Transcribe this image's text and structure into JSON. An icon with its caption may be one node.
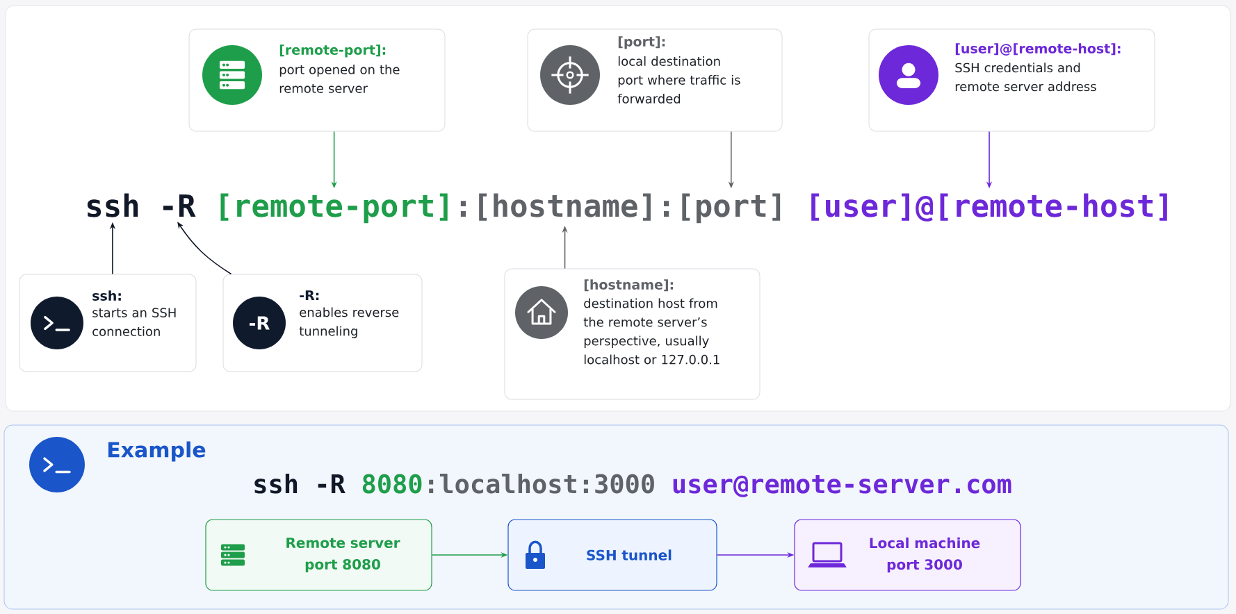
{
  "diagram": {
    "nodes": [
      {
        "text": [],
        "shape": "box"
      },
      {
        "text": [
          "[remote-port]:",
          "port opened on the remote server"
        ],
        "in": 0
      },
      {
        "text": [
          "[port]:",
          "local destination port where traffic is forwarded"
        ],
        "in": 0
      },
      {
        "text": [
          "[user]@[remote-host]:",
          "SSH credentials and remote server address"
        ],
        "in": 0
      },
      {
        "text": [
          "ssh"
        ],
        "in": 0
      },
      {
        "text": [
          "-R"
        ],
        "in": 0
      },
      {
        "text": [
          "[remote-port]"
        ],
        "in": 0
      },
      {
        "text": [
          "[hostname]"
        ],
        "in": 0
      },
      {
        "text": [
          "[port]"
        ],
        "in": 0
      },
      {
        "text": [
          "[user]@[remote-host]"
        ],
        "in": 0
      },
      {
        "text": [
          "ssh:",
          "starts an SSH connection"
        ],
        "in": 0
      },
      {
        "text": [
          "-R",
          "-R:",
          "enables reverse tunneling"
        ],
        "in": 0
      },
      {
        "text": [
          "[hostname]:",
          "destination host from the remote server’s perspective, usually localhost or 127.0.0.1"
        ],
        "in": 0
      },
      {
        "text": [
          "Example"
        ]
      },
      {
        "text": [
          "Remote server port 8080"
        ],
        "in": 13
      },
      {
        "text": [
          "SSH tunnel"
        ],
        "in": 13
      },
      {
        "text": [
          "Local machine port 3000"
        ],
        "in": 13
      }
    ],
    "edges": [
      {
        "from": 1,
        "to": 6,
        "arrow": "to",
        "color": "#1e9e4a"
      },
      {
        "from": 2,
        "to": 8,
        "arrow": "to",
        "color": "#5f6368"
      },
      {
        "from": 3,
        "to": 9,
        "arrow": "to",
        "color": "#6d28d9"
      },
      {
        "from": 10,
        "to": 4,
        "arrow": "to",
        "color": "#111827"
      },
      {
        "from": 11,
        "to": 5,
        "arrow": "to",
        "color": "#111827"
      },
      {
        "from": 12,
        "to": 7,
        "arrow": "to",
        "color": "#5f6368"
      },
      {
        "from": 14,
        "to": 15,
        "arrow": "to",
        "color": "#1e9e4a"
      },
      {
        "from": 15,
        "to": 16,
        "arrow": "to",
        "color": "#6d28d9"
      }
    ],
    "labels": [
      ":",
      ":",
      "ssh -R",
      "8080",
      ":localhost:3000",
      "user@remote-server.com"
    ]
  }
}
